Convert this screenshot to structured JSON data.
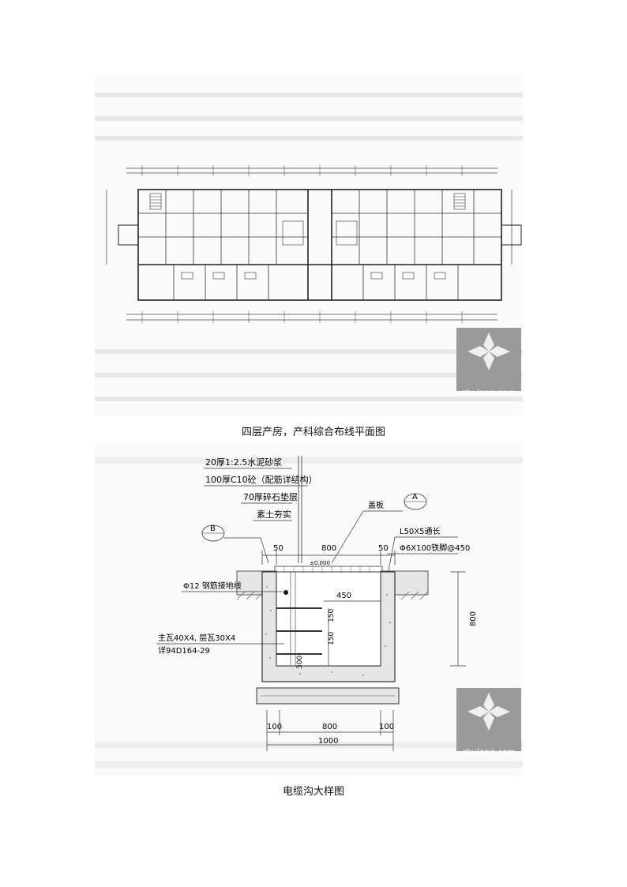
{
  "captions": {
    "floor_plan": "四层产房，产科综合布线平面图",
    "cable_trench": "电缆沟大样图"
  },
  "watermark": {
    "text": "zhulong.com"
  },
  "trench": {
    "layers": [
      "20厚1:2.5水泥砂浆",
      "100厚C10砼（配筋详结构）",
      "70厚碎石垫层",
      "素土夯实"
    ],
    "cover": "盖板",
    "angle": "L50X5通长",
    "bracket": "Φ6X100铁脚@450",
    "rebar": "Φ12 钢筋接地线",
    "bracket_spec": "主瓦40X4, 层瓦30X4",
    "std": "详94D164-29",
    "marker_a": "A",
    "marker_b": "B",
    "level": "±0.000",
    "dims": {
      "d50a": "50",
      "d800top": "800",
      "d50b": "50",
      "d450": "450",
      "d800right": "800",
      "d150a": "150",
      "d150b": "150",
      "d300": "300",
      "d100a": "100",
      "d800bot": "800",
      "d100b": "100",
      "d1000": "1000"
    }
  },
  "colors": {
    "line": "#333333",
    "concrete": "#e6e6e6",
    "watermark_bg": "#9a9a9a"
  }
}
